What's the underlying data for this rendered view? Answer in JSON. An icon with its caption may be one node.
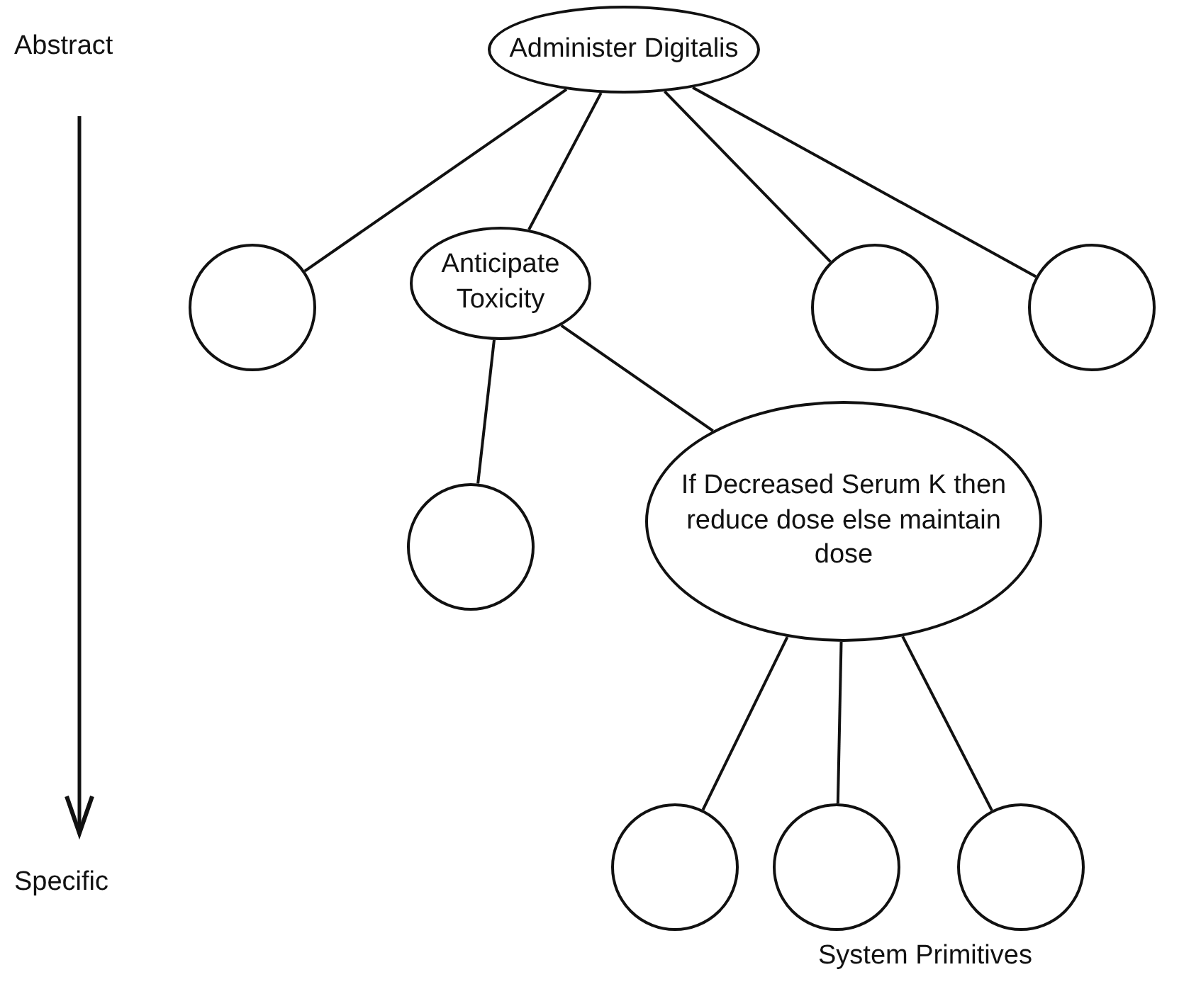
{
  "diagram": {
    "nodes": [
      {
        "text": [
          "Administer Digitalis"
        ]
      },
      {
        "text": [],
        "shape": "circle"
      },
      {
        "text": [
          "Anticipate Toxicity"
        ]
      },
      {
        "text": [],
        "shape": "circle"
      },
      {
        "text": [],
        "shape": "circle"
      },
      {
        "text": [],
        "shape": "circle"
      },
      {
        "text": [
          "If Decreased Serum K then reduce dose else maintain dose"
        ]
      },
      {
        "text": [],
        "shape": "circle"
      },
      {
        "text": [],
        "shape": "circle"
      },
      {
        "text": [],
        "shape": "circle"
      }
    ],
    "edges": [
      {
        "from": 0,
        "to": 1,
        "arrow": "none"
      },
      {
        "from": 0,
        "to": 2,
        "arrow": "none"
      },
      {
        "from": 0,
        "to": 3,
        "arrow": "none"
      },
      {
        "from": 0,
        "to": 4,
        "arrow": "none"
      },
      {
        "from": 2,
        "to": 5,
        "arrow": "none"
      },
      {
        "from": 2,
        "to": 6,
        "arrow": "none"
      },
      {
        "from": 6,
        "to": 7,
        "arrow": "none"
      },
      {
        "from": 6,
        "to": 8,
        "arrow": "none"
      },
      {
        "from": 6,
        "to": 9,
        "arrow": "none"
      }
    ],
    "labels": [
      "Abstract",
      "Specific",
      "System Primitives"
    ]
  }
}
